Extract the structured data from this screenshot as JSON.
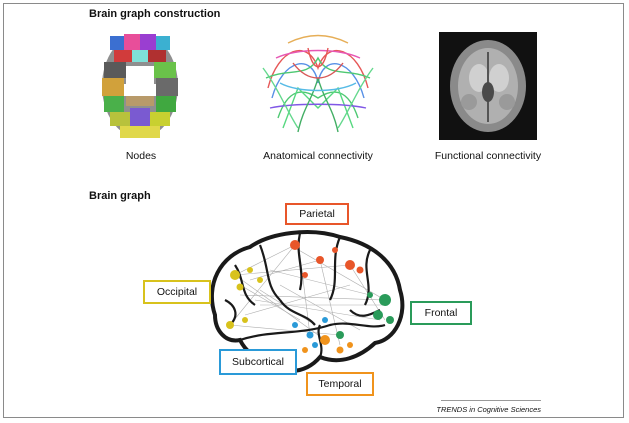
{
  "sections": {
    "construction_title": "Brain graph construction",
    "graph_title": "Brain graph"
  },
  "panels": [
    {
      "label": "Nodes"
    },
    {
      "label": "Anatomical connectivity"
    },
    {
      "label": "Functional connectivity"
    }
  ],
  "regions": {
    "parietal": {
      "label": "Parietal",
      "color": "#e8562a"
    },
    "occipital": {
      "label": "Occipital",
      "color": "#d8c21c"
    },
    "frontal": {
      "label": "Frontal",
      "color": "#2a9b5a"
    },
    "subcortical": {
      "label": "Subcortical",
      "color": "#2a9ad8"
    },
    "temporal": {
      "label": "Temporal",
      "color": "#f0931c"
    }
  },
  "credit": "TRENDS in Cognitive Sciences"
}
